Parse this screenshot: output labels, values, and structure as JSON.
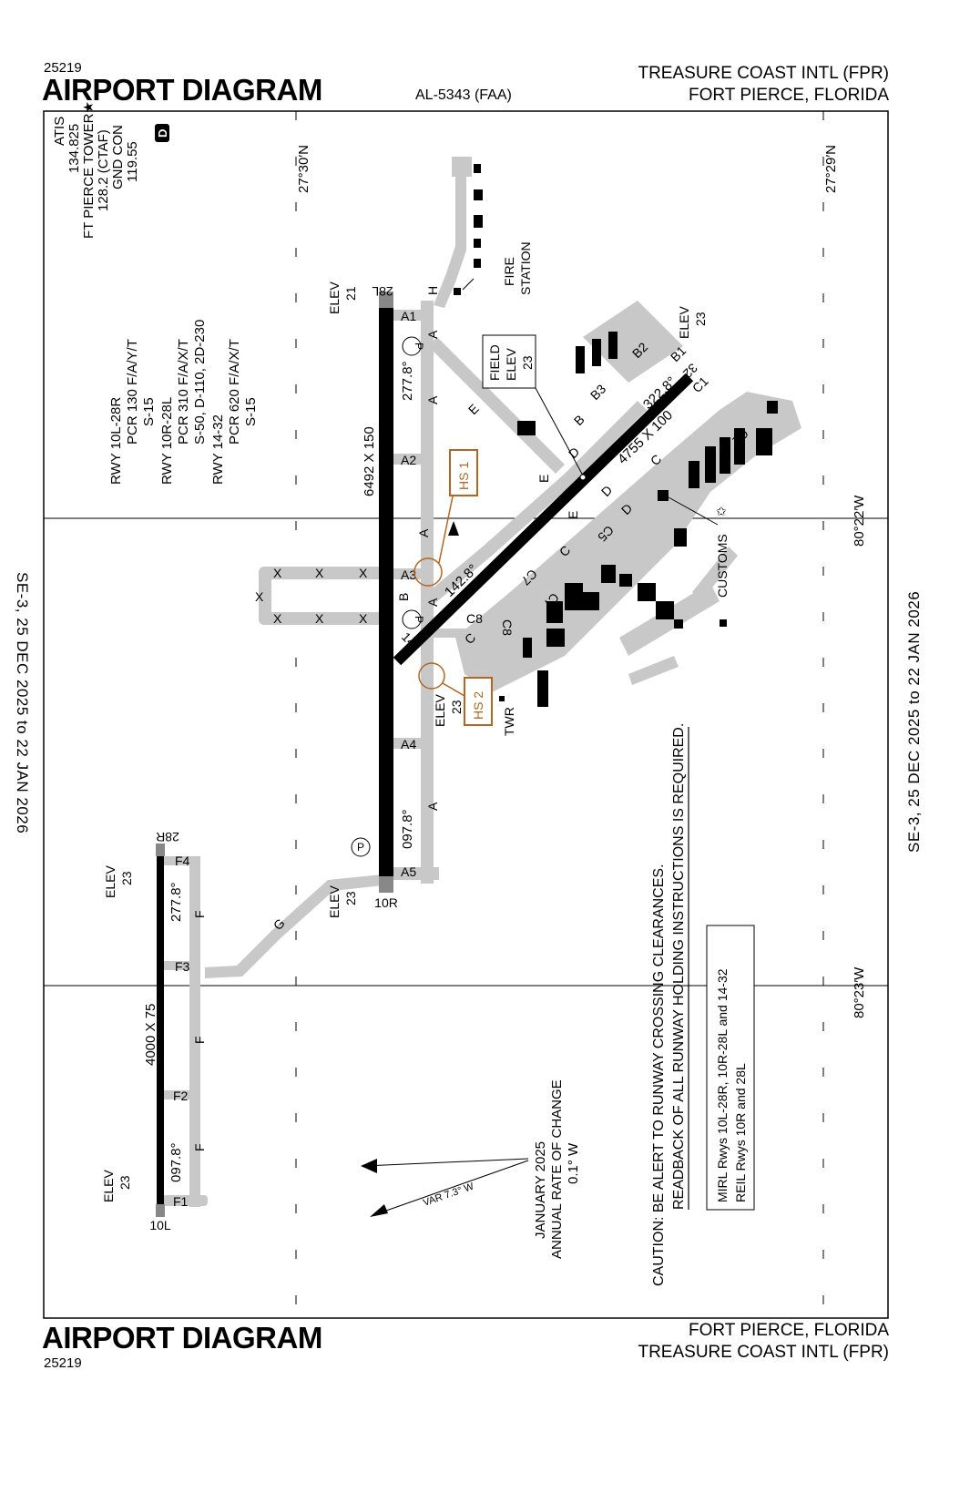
{
  "header": {
    "chart_id_top": "25219",
    "title_top": "AIRPORT DIAGRAM",
    "doc_code": "AL-5343 (FAA)",
    "airport_name_top": "TREASURE COAST INTL (FPR)",
    "city_top": "FORT PIERCE, FLORIDA"
  },
  "footer": {
    "title_bottom": "AIRPORT DIAGRAM",
    "chart_id_bottom": "25219",
    "city_bottom": "FORT PIERCE, FLORIDA",
    "airport_name_bottom": "TREASURE COAST INTL (FPR)"
  },
  "side_dates": {
    "left": "SE-3,  25 DEC 2025  to  22 JAN 2026",
    "right": "SE-3,  25 DEC 2025  to  22 JAN 2026"
  },
  "comms": {
    "atis_label": "ATIS",
    "atis_freq": "134.825",
    "tower_label": "FT PIERCE TOWER★",
    "tower_freq": "128.2 (CTAF)",
    "gnd_label": "GND CON",
    "gnd_freq": "119.55",
    "d_badge": "D"
  },
  "runway_info": {
    "lines": [
      "RWY 10L-28R",
      "PCR 130 F/A/Y/T",
      "S-15",
      "RWY 10R-28L",
      "PCR 310 F/A/X/T",
      "S-50, D-110, 2D-230",
      "RWY 14-32",
      "PCR 620 F/A/X/T",
      "S-15"
    ]
  },
  "coords": {
    "lat1": "27°30′N",
    "lat2": "27°29′N",
    "lon1": "80°22′W",
    "lon2": "80°23′W"
  },
  "runways": {
    "r10l": "10L",
    "r28r": "28R",
    "r10r": "10R",
    "r28l": "28L",
    "r14": "14",
    "r32": "32",
    "main_dims": "6492 X 150",
    "cross_dims": "4755 X 100",
    "west_dims": "4000 X 75",
    "hdg_main_w": "277.8°",
    "hdg_main_e": "097.8°",
    "hdg_cross_ne": "322.8°",
    "hdg_cross_sw": "142.8°",
    "hdg_west_w": "277.8°",
    "hdg_west_e": "097.8°"
  },
  "elevations": {
    "elev_label": "ELEV",
    "e_28l": "21",
    "e_10r": "23",
    "e_14": "23",
    "e_32": "23",
    "e_28r": "23",
    "e_10l": "23",
    "field_elev_label1": "FIELD",
    "field_elev_label2": "ELEV",
    "field_elev_val": "23"
  },
  "taxiways": {
    "A": "A",
    "A1": "A1",
    "A2": "A2",
    "A3": "A3",
    "A4": "A4",
    "A5": "A5",
    "B": "B",
    "B1": "B1",
    "B2": "B2",
    "B3": "B3",
    "C": "C",
    "C1": "C1",
    "C5": "C5",
    "C7": "C7",
    "C8": "C8",
    "D": "D",
    "E": "E",
    "F": "F",
    "F1": "F1",
    "F2": "F2",
    "F3": "F3",
    "F4": "F4",
    "G": "G",
    "H": "H",
    "X": "X",
    "P": "P"
  },
  "labels": {
    "fire_station": [
      "FIRE",
      "STATION"
    ],
    "customs": "CUSTOMS",
    "twr": "TWR",
    "hs1": "HS 1",
    "hs2": "HS 2"
  },
  "magvar": {
    "var": "VAR 7.3° W",
    "date": "JANUARY 2025",
    "rate_label": "ANNUAL RATE OF CHANGE",
    "rate": "0.1° W"
  },
  "caution": {
    "line1": "CAUTION: BE ALERT TO RUNWAY CROSSING CLEARANCES.",
    "line2": "READBACK OF ALL RUNWAY HOLDING INSTRUCTIONS IS REQUIRED."
  },
  "lighting": {
    "line1": "MIRL Rwys 10L-28R, 10R-28L and 14-32",
    "line2": "REIL Rwys 10R and 28L"
  },
  "colors": {
    "hotspot": "#b5651d",
    "pavement": "#c8c8c8",
    "runway": "#000000"
  }
}
